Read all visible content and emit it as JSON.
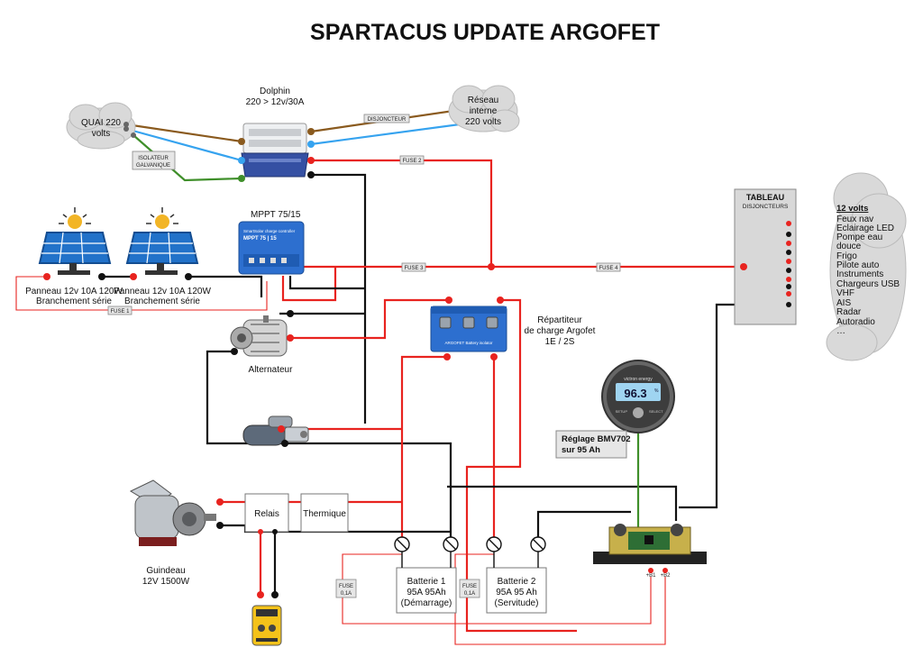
{
  "title": "SPARTACUS UPDATE ARGOFET",
  "charger": {
    "name": "Dolphin",
    "rating": "220 > 12v/30A"
  },
  "shore": {
    "line1": "QUAI 220",
    "line2": "volts"
  },
  "grid": {
    "line1": "Réseau",
    "line2": "interne",
    "line3": "220 volts"
  },
  "tags": {
    "breaker": "DISJONCTEUR",
    "isolator1": "ISOLATEUR",
    "isolator2": "GALVANIQUE",
    "fuse1": "FUSE 1",
    "fuse2": "FUSE 2",
    "fuse3": "FUSE 3",
    "fuse4": "FUSE 4",
    "fuse_small_a": "FUSE",
    "fuse_small_a2": "0,1A",
    "fuse_small_b": "FUSE",
    "fuse_small_b2": "0,1A"
  },
  "mppt": {
    "label": "MPPT 75/15",
    "face_brand": "SmartSolar charge controller",
    "face_model": "MPPT 75 | 15"
  },
  "panels": [
    {
      "line1": "Panneau 12v 10A 120W",
      "line2": "Branchement série"
    },
    {
      "line1": "Panneau 12v 10A 120W",
      "line2": "Branchement série"
    }
  ],
  "alternator": "Alternateur",
  "splitter": {
    "line1": "Répartiteur",
    "line2": "de charge Argofet",
    "line3": "1E / 2S",
    "face": "ARGOFET Battery isolator"
  },
  "monitor": {
    "reading": "96.3",
    "unit": "%",
    "brand": "victron energy",
    "note1": "Réglage BMV702",
    "note2": "sur 95 Ah",
    "btn_left": "SETUP",
    "btn_right": "SELECT"
  },
  "panel_board": {
    "title": "TABLEAU",
    "subtitle": "DISJONCTEURS",
    "list_title": "12 volts",
    "items": [
      "Feux nav",
      "Eclairage LED",
      "Pompe eau",
      "douce",
      "Frigo",
      "Pilote auto",
      "Instruments",
      "Chargeurs USB",
      "VHF",
      "AIS",
      "Radar",
      "Autoradio",
      "…"
    ]
  },
  "relay": "Relais",
  "thermal": "Thermique",
  "windlass": {
    "line1": "Guindeau",
    "line2": "12V 1500W"
  },
  "battery1": {
    "line1": "Batterie 1",
    "line2": "95A 95Ah",
    "line3": "(Démarrage)"
  },
  "battery2": {
    "line1": "Batterie 2",
    "line2": "95A 95 Ah",
    "line3": "(Servitude)"
  },
  "shunt": {
    "plus1": "+B1",
    "plus2": "+B2"
  },
  "colors": {
    "positive": "#e8231f",
    "negative": "#111111",
    "ac_phase": "#8a5a1e",
    "ac_neutral": "#36a3ef",
    "earth": "#3f8f2a",
    "victron_blue": "#2d6fcf"
  }
}
